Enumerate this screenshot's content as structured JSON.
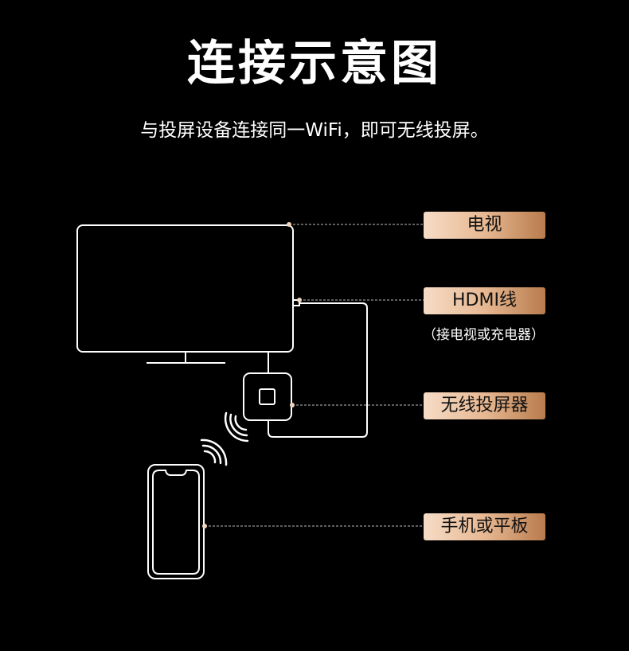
{
  "title": "连接示意图",
  "subtitle": "与投屏设备连接同一WiFi，即可无线投屏。",
  "labels": {
    "tv": "电视",
    "hdmi": "HDMI线",
    "hdmi_note": "（接电视或充电器）",
    "dongle": "无线投屏器",
    "phone": "手机或平板"
  },
  "colors": {
    "background": "#000000",
    "line": "#ffffff",
    "label_gradient_start": "#f6dcc6",
    "label_gradient_end": "#b87b4d",
    "dot": "#f0d6bd"
  }
}
